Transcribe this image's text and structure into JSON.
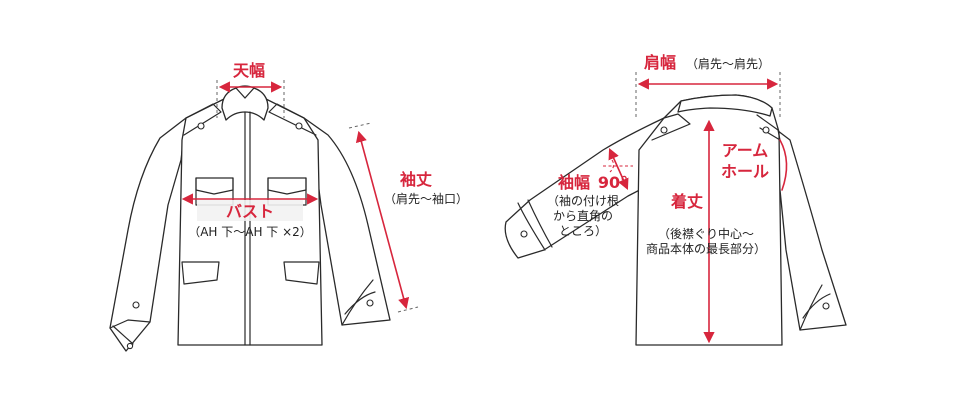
{
  "labels": {
    "tenhaba": "天幅",
    "bust": "バスト",
    "bust_note": "（AH 下〜AH 下 ×2）",
    "sodetake": "袖丈",
    "sodetake_note": "（肩先〜袖口）",
    "katahaba": "肩幅",
    "katahaba_note": "（肩先〜肩先）",
    "armhole_1": "アーム",
    "armhole_2": "ホール",
    "sodehaba": "袖幅",
    "sodehaba_angle": "90°",
    "sodehaba_note_1": "（袖の付け根",
    "sodehaba_note_2": "から直角の",
    "sodehaba_note_3": "ところ）",
    "kitake": "着丈",
    "kitake_note_1": "（後襟ぐり中心〜",
    "kitake_note_2": "商品本体の最長部分）"
  },
  "colors": {
    "accent": "#d7263d",
    "outline": "#2a2a2a",
    "background": "#ffffff"
  }
}
